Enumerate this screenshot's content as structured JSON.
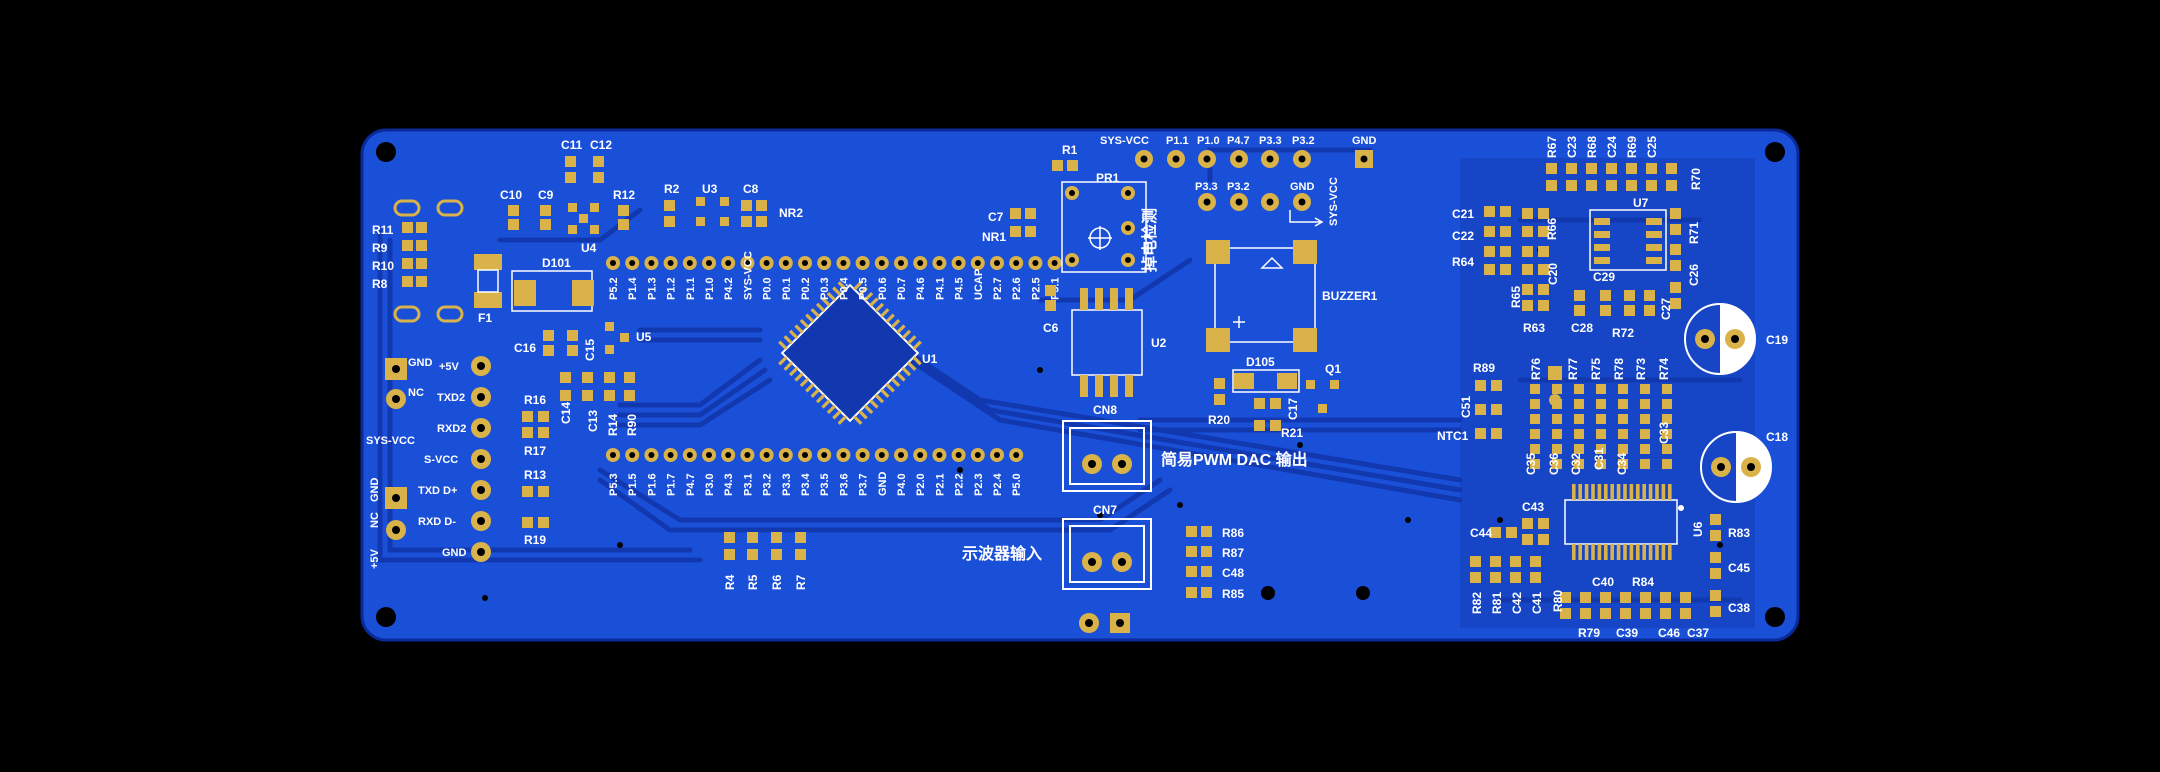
{
  "colors": {
    "background": "#000000",
    "board": "#1a4fd8",
    "board_edge": "#0a2a9a",
    "trace": "#1238b0",
    "pad": "#d9b24a",
    "via": "#000000",
    "silkscreen": "#ffffff"
  },
  "board_labels": {
    "sys_vcc_top": "SYS-VCC",
    "p11": "P1.1",
    "p10": "P1.0",
    "p47": "P4.7",
    "p33": "P3.3",
    "p32": "P3.2",
    "gnd_top": "GND",
    "p33b": "P3.3",
    "p32b": "P3.2",
    "gnd_b": "GND",
    "sys_vcc_b": "SYS-VCC",
    "power_detect": "掉电检测",
    "pwm_dac_output": "简易PWM DAC 输出",
    "scope_input": "示波器输入",
    "buzzer": "BUZZER1",
    "uart_gnd": "GND",
    "uart_nc": "NC",
    "uart_5v": "+5V",
    "uart_txd2": "TXD2",
    "uart_rxd2": "RXD2",
    "uart_svcc": "S-VCC",
    "uart_txd": "TXD D+",
    "uart_rxd": "RXD D-",
    "uart_gnd2": "GND",
    "sys_vcc_left": "SYS-VCC",
    "left_5v": "+5V",
    "left_nc": "NC",
    "left_gnd": "GND"
  },
  "components": {
    "u1": "U1",
    "u2": "U2",
    "u3": "U3",
    "u4": "U4",
    "u5": "U5",
    "u6": "U6",
    "u7": "U7",
    "pr1": "PR1",
    "cn7": "CN7",
    "cn8": "CN8",
    "d101": "D101",
    "d105": "D105",
    "q1": "Q1",
    "f1": "F1",
    "nr1": "NR1",
    "nr2": "NR2",
    "ntc1": "NTC1",
    "r1": "R1",
    "r2": "R2",
    "r4": "R4",
    "r5": "R5",
    "r6": "R6",
    "r7": "R7",
    "r8": "R8",
    "r9": "R9",
    "r10": "R10",
    "r11": "R11",
    "r12": "R12",
    "r13": "R13",
    "r14": "R14",
    "r16": "R16",
    "r17": "R17",
    "r19": "R19",
    "r20": "R20",
    "r21": "R21",
    "r90": "R90",
    "c6": "C6",
    "c7": "C7",
    "c8": "C8",
    "c9": "C9",
    "c10": "C10",
    "c11": "C11",
    "c12": "C12",
    "c13": "C13",
    "c14": "C14",
    "c15": "C15",
    "c16": "C16",
    "c17": "C17",
    "c18": "C18",
    "c19": "C19",
    "r86": "R86",
    "r87": "R87",
    "c48": "C48",
    "r85": "R85",
    "r67": "R67",
    "c23": "C23",
    "r68": "R68",
    "c24": "C24",
    "r69": "R69",
    "c25": "C25",
    "r70": "R70",
    "c21": "C21",
    "c22": "C22",
    "r64": "R64",
    "r65": "R65",
    "r66": "R66",
    "c20": "C20",
    "c29": "C29",
    "r71": "R71",
    "c26": "C26",
    "c27": "C27",
    "r63": "R63",
    "c28": "C28",
    "r72": "R72",
    "r89": "R89",
    "c51": "C51",
    "r76": "R76",
    "r77": "R77",
    "r75": "R75",
    "r78": "R78",
    "r73": "R73",
    "r74": "R74",
    "c35": "C35",
    "c36": "C36",
    "c32": "C32",
    "c31": "C31",
    "c34": "C34",
    "c33": "C33",
    "c44": "C44",
    "c43": "C43",
    "r83": "R83",
    "c45": "C45",
    "r82": "R82",
    "r81": "R81",
    "c42": "C42",
    "c41": "C41",
    "c40": "C40",
    "r84": "R84",
    "r80": "R80",
    "r79": "R79",
    "c39": "C39",
    "c46": "C46",
    "c37": "C37",
    "c38": "C38"
  },
  "mcu_pins": {
    "top": [
      "P5.2",
      "P1.4",
      "P1.3",
      "P1.2",
      "P1.1",
      "P1.0",
      "P4.2",
      "SYS-VCC",
      "P0.0",
      "P0.1",
      "P0.2",
      "P0.3",
      "P0.4",
      "P0.5",
      "P0.6",
      "P0.7",
      "P4.6",
      "P4.1",
      "P4.5",
      "UCAP",
      "P2.7",
      "P2.6",
      "P2.5",
      "P5.1"
    ],
    "bottom": [
      "P5.3",
      "P1.5",
      "P1.6",
      "P1.7",
      "P4.7",
      "P3.0",
      "P4.3",
      "P3.1",
      "P3.2",
      "P3.3",
      "P3.4",
      "P3.5",
      "P3.6",
      "P3.7",
      "GND",
      "P4.0",
      "P2.0",
      "P2.1",
      "P2.2",
      "P2.3",
      "P2.4",
      "P5.0"
    ]
  }
}
